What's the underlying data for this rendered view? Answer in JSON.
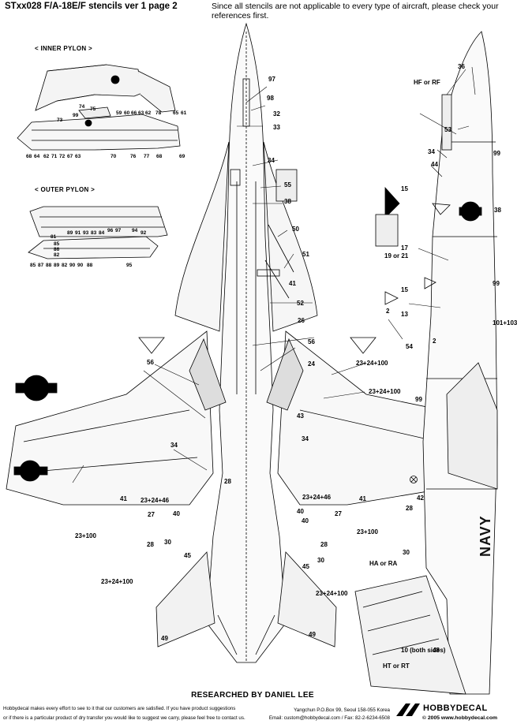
{
  "header": {
    "title": "STxx028 F/A-18E/F stencils ver 1 page 2",
    "note": "Since all stencils are not applicable to every type of aircraft, please check your references first."
  },
  "pylons": {
    "inner_label": "< INNER PYLON >",
    "outer_label": "< OUTER PYLON >",
    "inner_top_numbers": [
      "59",
      "60",
      "66",
      "63",
      "62",
      "78",
      "65",
      "61"
    ],
    "inner_side_numbers": [
      "74",
      "75",
      "99",
      "73"
    ],
    "inner_bottom_numbers": [
      "68",
      "64",
      "62",
      "71",
      "72",
      "67",
      "63",
      "70",
      "76",
      "77",
      "68",
      "69"
    ],
    "outer_top_numbers": [
      "89",
      "91",
      "93",
      "83",
      "84",
      "92",
      "97",
      "96",
      "94",
      "85",
      "86",
      "82",
      "81"
    ],
    "outer_bottom_numbers": [
      "85",
      "87",
      "88",
      "89",
      "82",
      "90",
      "90",
      "88",
      "95"
    ]
  },
  "callouts": {
    "c97": "97",
    "c98": "98",
    "c32": "32",
    "c33": "33",
    "c34a": "34",
    "c55": "55",
    "c38a": "38",
    "c50": "50",
    "c51": "51",
    "c41a": "41",
    "c52": "52",
    "c26": "26",
    "c56a": "56",
    "c56b": "56",
    "c24": "24",
    "c23_24_100a": "23+24+100",
    "c23_24_100b": "23+24+100",
    "c43": "43",
    "c34b": "34",
    "c34c": "34",
    "c41b": "41",
    "c41c": "41",
    "c23_24_46a": "23+24+46",
    "c23_24_46b": "23+24+46",
    "c28a": "28",
    "c27a": "27",
    "c40a": "40",
    "c40b": "40",
    "c40c": "40",
    "c27b": "27",
    "c28b": "28",
    "c30a": "30",
    "c28c": "28",
    "c45a": "45",
    "c45b": "45",
    "c30b": "30",
    "c23_100a": "23+100",
    "c23_100b": "23+100",
    "c23_24_100c": "23+24+100",
    "c23_24_100d": "23+24+100",
    "c49a": "49",
    "c49b": "49",
    "c36": "36",
    "c53": "53",
    "c34d": "34",
    "c44": "44",
    "c15a": "15",
    "c17": "17",
    "c19or21": "19 or 21",
    "c15b": "15",
    "c2a": "2",
    "c13": "13",
    "c2b": "2",
    "c54": "54",
    "c99a": "99",
    "c38b": "38",
    "c99b": "99",
    "c101_103": "101+103",
    "c99c": "99",
    "c42": "42",
    "c28d": "28",
    "c30c": "30",
    "cHForRF": "HF or RF",
    "cHAorRA": "HA or RA",
    "cHTorRT": "HT or RT",
    "c10both": "10 (both sides)",
    "c48": "48"
  },
  "tail_text": "NAVY",
  "footer": {
    "researched": "RESEARCHED BY DANIEL LEE",
    "disclaimer_1": "Hobbydecal makes every effort to see to it that our customers are satisfied. If you have product suggestions",
    "disclaimer_2": "or if there is a particular product of dry transfer you would like to suggest we carry, please feel free to contact us.",
    "address_1": "Yangchun P.O.Box 99, Seoul 158-055 Korea",
    "address_2": "Email: custom@hobbydecal.com / Fax: 82-2-6234-6508",
    "brand": "HOBBYDECAL",
    "copyright": "© 2005 www.hobbydecal.com"
  }
}
